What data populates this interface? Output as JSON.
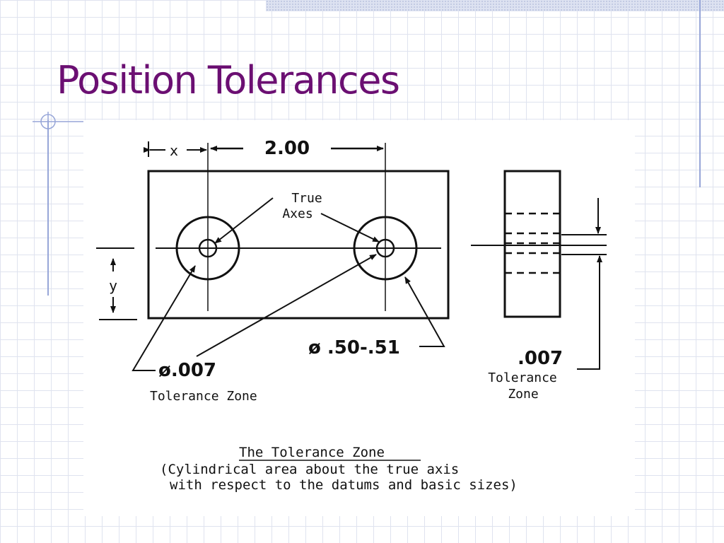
{
  "slide": {
    "title": "Position Tolerances"
  },
  "diagram": {
    "dim_x": "x",
    "dim_spacing": "2.00",
    "dim_y": "y",
    "true_axes_line1": "True",
    "true_axes_line2": "Axes",
    "hole_diameter": "ø .50-.51",
    "zone_diameter": "ø.007",
    "zone_label": "Tolerance Zone",
    "side_zone_value": ".007",
    "side_zone_line1": "Tolerance",
    "side_zone_line2": "Zone",
    "caption_title": "The Tolerance Zone",
    "caption_line1": "(Cylindrical area about the true axis",
    "caption_line2": "with respect to the datums and basic sizes)"
  }
}
